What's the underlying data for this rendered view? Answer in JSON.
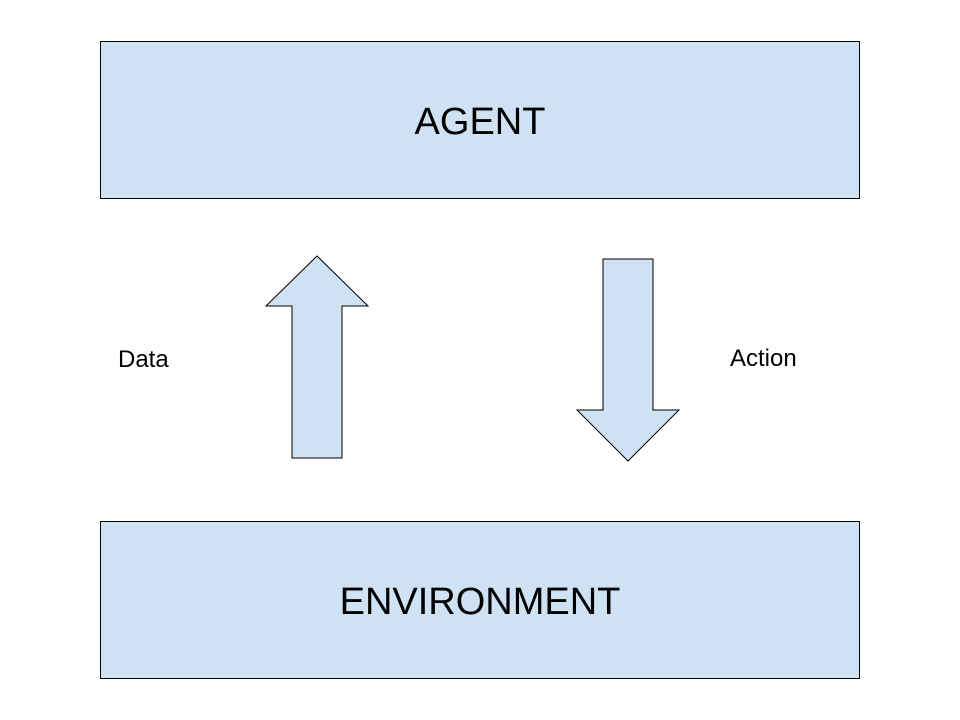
{
  "diagram": {
    "top_box": {
      "label": "AGENT"
    },
    "bottom_box": {
      "label": "ENVIRONMENT"
    },
    "left_arrow": {
      "label": "Data",
      "direction": "up"
    },
    "right_arrow": {
      "label": "Action",
      "direction": "down"
    }
  },
  "colors": {
    "box_fill": "#cfe2f3",
    "arrow_fill": "#cfe2f3",
    "stroke": "#000000",
    "background": "#ffffff"
  }
}
